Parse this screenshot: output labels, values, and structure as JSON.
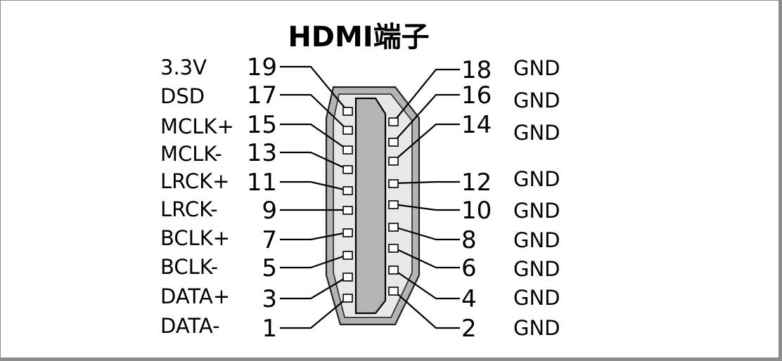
{
  "title": "HDMI端子",
  "pins": [
    {
      "n": "19",
      "signal": "3.3V"
    },
    {
      "n": "17",
      "signal": "DSD"
    },
    {
      "n": "15",
      "signal": "MCLK+"
    },
    {
      "n": "13",
      "signal": "MCLK-"
    },
    {
      "n": "11",
      "signal": "LRCK+"
    },
    {
      "n": "9",
      "signal": "LRCK-"
    },
    {
      "n": "7",
      "signal": "BCLK+"
    },
    {
      "n": "5",
      "signal": "BCLK-"
    },
    {
      "n": "3",
      "signal": "DATA+"
    },
    {
      "n": "1",
      "signal": "DATA-"
    },
    {
      "n": "18",
      "signal": "GND"
    },
    {
      "n": "16",
      "signal": "GND"
    },
    {
      "n": "14",
      "signal": "GND"
    },
    {
      "n": "12",
      "signal": "GND"
    },
    {
      "n": "10",
      "signal": "GND"
    },
    {
      "n": "8",
      "signal": "GND"
    },
    {
      "n": "6",
      "signal": "GND"
    },
    {
      "n": "4",
      "signal": "GND"
    },
    {
      "n": "2",
      "signal": "GND"
    }
  ]
}
